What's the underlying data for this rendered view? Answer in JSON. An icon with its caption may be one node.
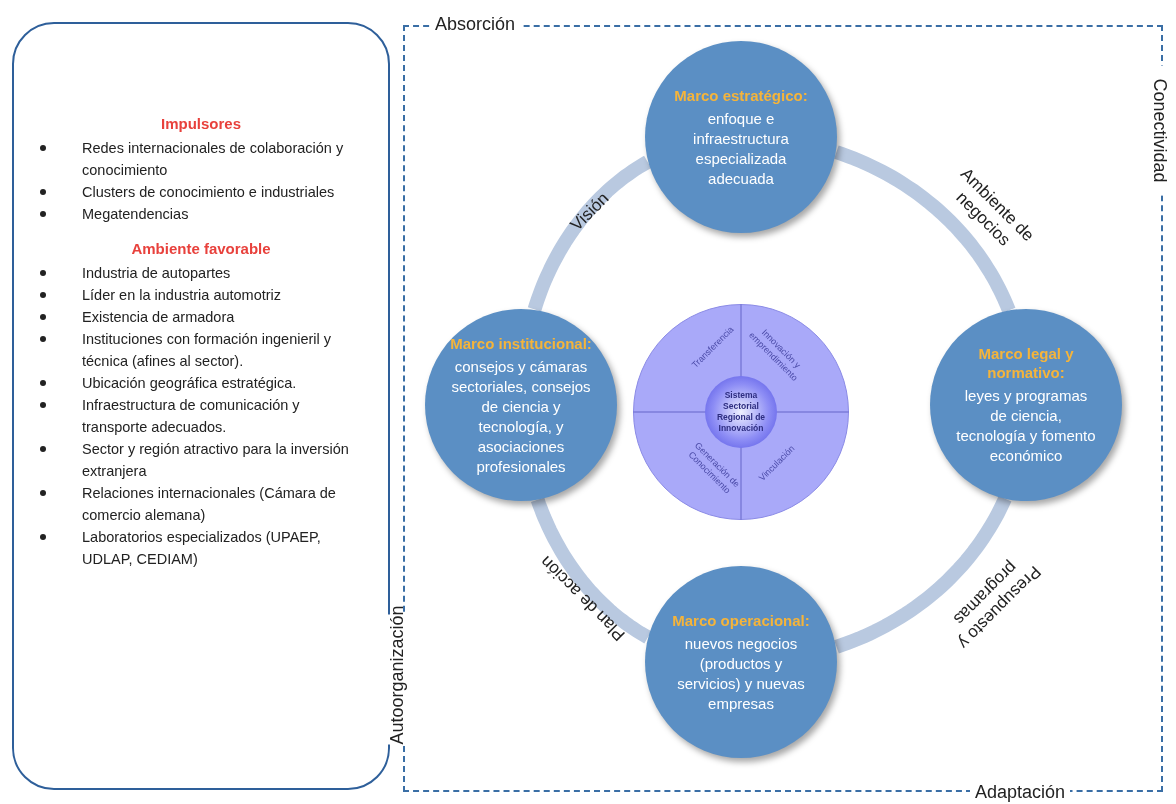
{
  "diagram": {
    "nodes": [
      {
        "text": [
          "Impulsores",
          "Redes internacionales de colaboración y conocimiento",
          "Clusters  de conocimiento e industriales",
          "Megatendencias",
          "Ambiente favorable",
          "Industria de autopartes",
          "Líder en la industria  automotriz",
          "Existencia de armadora",
          "Instituciones con formación ingenieril y técnica (afines al sector).",
          "Ubicación geográfica estratégica.",
          "Infraestructura de comunicación y transporte adecuados.",
          "Sector y región atractivo para la inversión extranjera",
          "Relaciones internacionales (Cámara de comercio alemana)",
          "Laboratorios especializados (UPAEP, UDLAP, CEDIAM)"
        ]
      },
      {
        "text": [
          "Absorción",
          "Conectividad",
          "Adaptación",
          "Autoorganización"
        ]
      },
      {
        "text": [
          "Marco estratégico:",
          "enfoque e infraestructura especializada adecuada"
        ],
        "in": 1
      },
      {
        "text": [
          "Marco institucional:",
          "consejos y cámaras sectoriales, consejos de ciencia y tecnología, y asociaciones profesionales"
        ],
        "in": 1
      },
      {
        "text": [
          "Transferencia",
          "Innovación y emprendimiento",
          "Generación de Conocimiento",
          "Vinculación"
        ],
        "in": 1
      },
      {
        "text": [
          "Sistema Sectorial Regional de Innovación"
        ],
        "in": 4
      },
      {
        "text": [
          "Marco legal y normativo:",
          "leyes y programas de ciencia, tecnología y fomento económico"
        ],
        "in": 1
      },
      {
        "text": [
          "Marco operacional:",
          "nuevos negocios (productos y servicios)  y nuevas empresas"
        ],
        "in": 1
      }
    ],
    "edges": [
      {
        "from": 2,
        "to": 6,
        "arrow": "none",
        "label": "Ambiente de negocios"
      },
      {
        "from": 6,
        "to": 7,
        "arrow": "none",
        "label": "Presupuesto y programas"
      },
      {
        "from": 7,
        "to": 3,
        "arrow": "none",
        "label": "Plan de acción"
      },
      {
        "from": 3,
        "to": 2,
        "arrow": "none",
        "label": "Visión"
      }
    ]
  }
}
